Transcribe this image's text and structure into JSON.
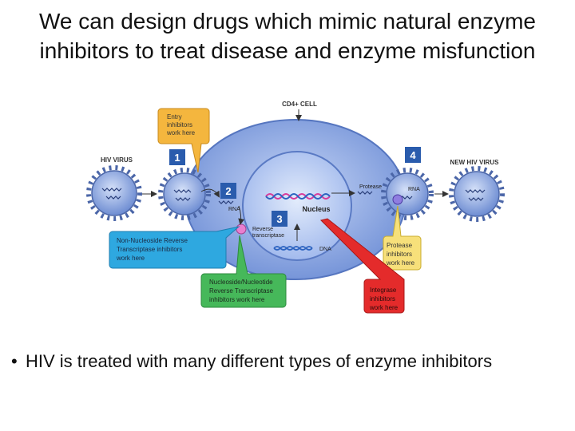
{
  "slide": {
    "title_line1": "We can design drugs which mimic natural enzyme",
    "title_line2": "inhibitors to treat disease and enzyme misfunction",
    "bullet": "HIV is treated with many different types of enzyme inhibitors"
  },
  "diagram": {
    "cell_label": "CD4+ CELL",
    "hiv_label": "HIV VIRUS",
    "new_hiv_label": "NEW HIV VIRUS",
    "nucleus_label": "Nucleus",
    "protease_label": "Protease",
    "rna_label_left": "RNA",
    "rna_label_right": "RNA",
    "dna_label": "DNA",
    "rt_label_line1": "Reverse",
    "rt_label_line2": "transcriptase",
    "steps": [
      "1",
      "2",
      "3",
      "4"
    ],
    "callouts": {
      "entry": [
        "Entry",
        "inhibitors",
        "work here"
      ],
      "nnrti": [
        "Non-Nucleoside Reverse",
        "Transcriptase inhibitors",
        "work here"
      ],
      "nrti": [
        "Nucleoside/Nucleotide",
        "Reverse Transcriptase",
        "inhibitors work here"
      ],
      "protease": [
        "Protease",
        "inhibitors",
        "work here"
      ],
      "integrase": [
        "Integrase",
        "inhibitors",
        "work here"
      ]
    },
    "colors": {
      "cell": "#8ea8e6",
      "nucleus": "#b9cdf3",
      "virus": "#7f9ad8",
      "step_box": "#2a5cad",
      "entry_callout": "#f4b63e",
      "nnrti_callout": "#2ea8e0",
      "nrti_callout": "#46b85a",
      "protease_callout": "#f7e07a",
      "integrase_callout": "#e42b2b"
    }
  }
}
